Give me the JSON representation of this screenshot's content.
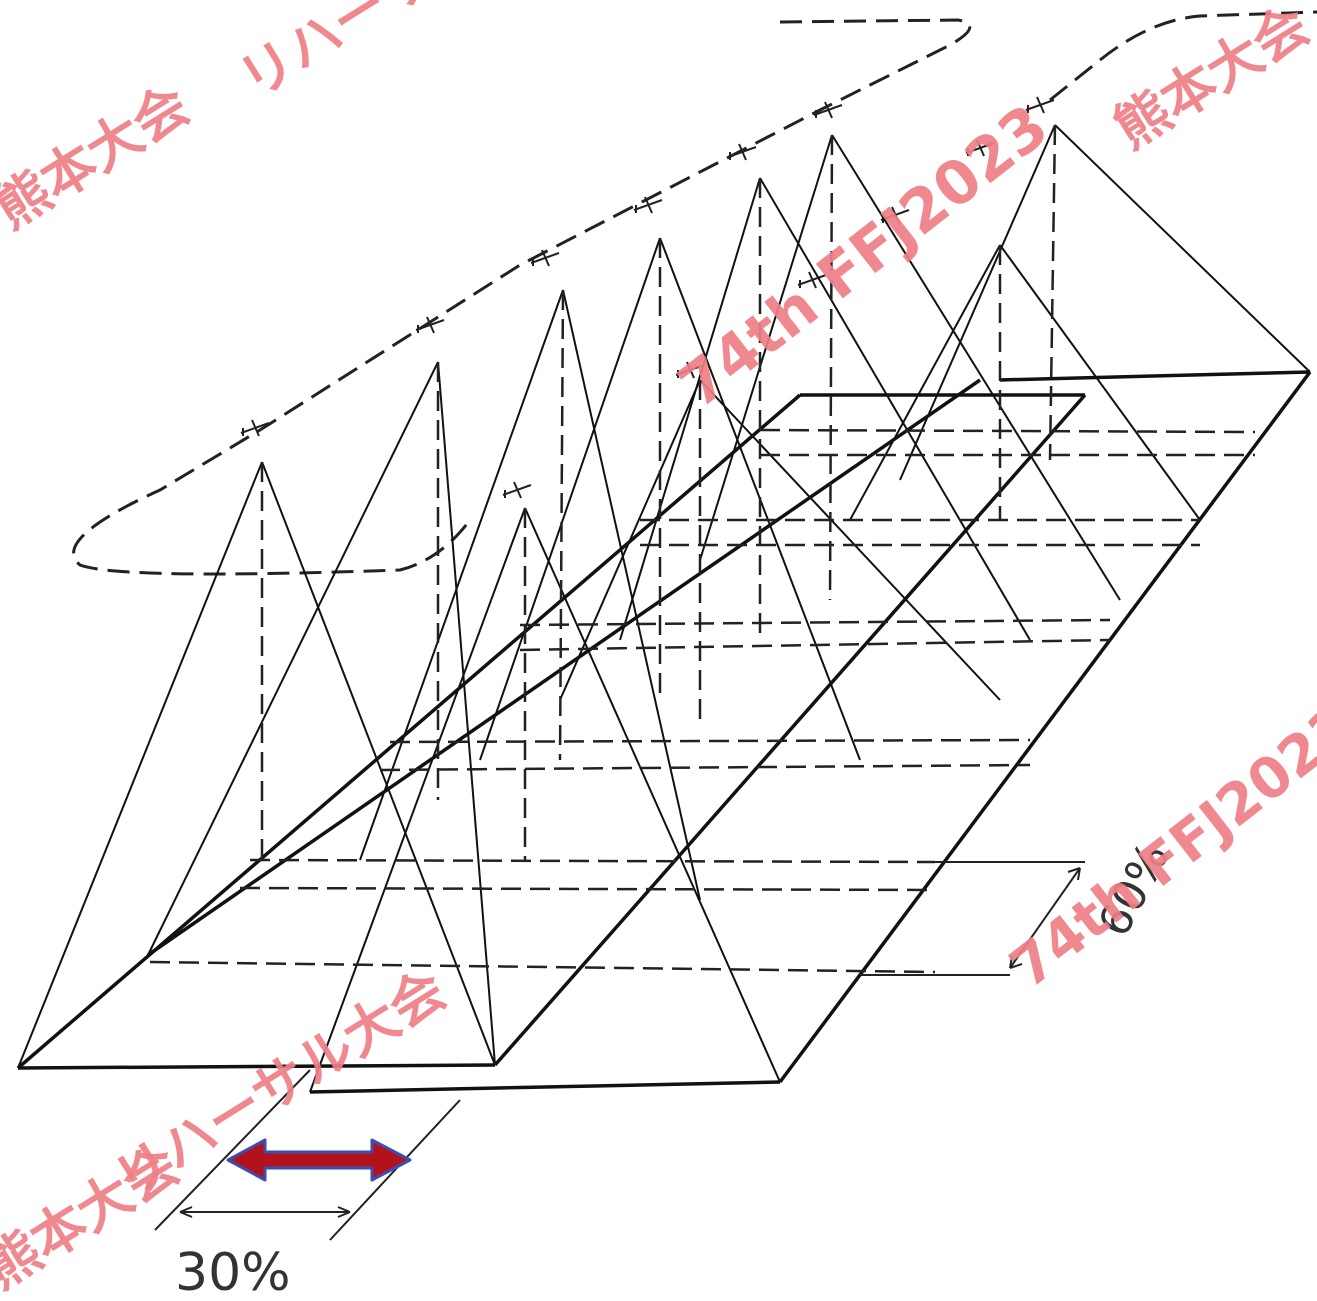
{
  "labels": {
    "bottom_dimension": "30%",
    "right_dimension": "60%"
  },
  "watermark": {
    "venue": "熊本大会",
    "rehearsal": "リハーサル大会",
    "event": "74th FFJ2023",
    "color": "#ef7f86"
  },
  "colors": {
    "line": "#111111",
    "dashed": "#222222",
    "arrow_fill": "#b3121c",
    "arrow_outline": "#3a4fb0"
  },
  "icons": [
    "plane-icon"
  ]
}
